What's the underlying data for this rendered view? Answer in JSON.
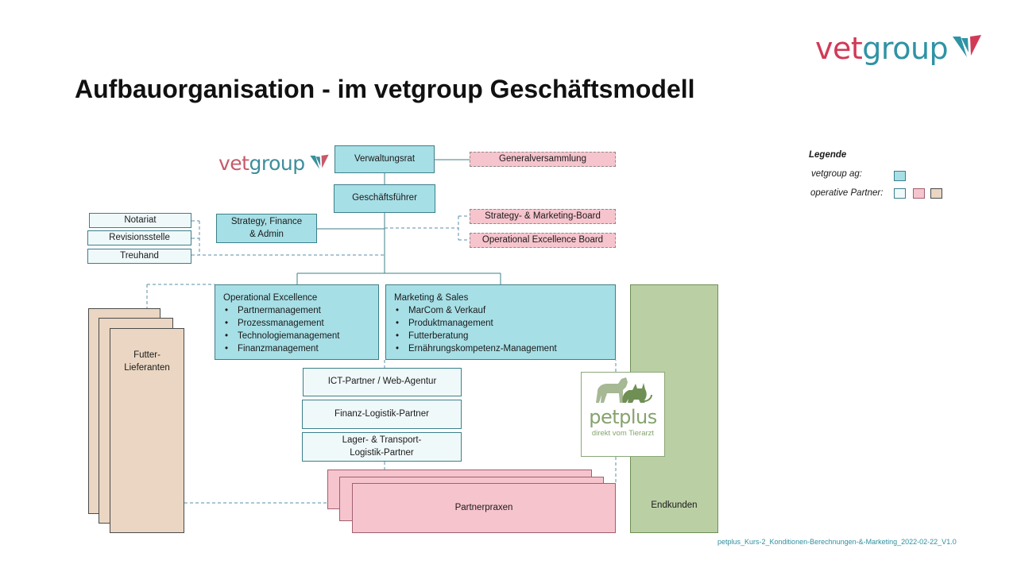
{
  "logo": {
    "part1": "vet",
    "part2": "group"
  },
  "title": "Aufbauorganisation - im vetgroup Geschäftsmodell",
  "org": {
    "verwaltungsrat": "Verwaltungsrat",
    "generalversammlung": "Generalversammlung",
    "geschaeftsfuehrer": "Geschäftsführer",
    "strategy_finance": "Strategy, Finance & Admin",
    "strategy_marketing_board": "Strategy- & Marketing-Board",
    "opex_board": "Operational Excellence Board",
    "notariat": "Notariat",
    "revisionsstelle": "Revisionsstelle",
    "treuhand": "Treuhand",
    "operational_excellence": {
      "title": "Operational Excellence",
      "items": [
        "Partnermanagement",
        "Prozessmanagement",
        "Technologiemanagement",
        "Finanzmanagement"
      ]
    },
    "marketing_sales": {
      "title": "Marketing & Sales",
      "items": [
        "MarCom & Verkauf",
        "Produktmanagement",
        "Futterberatung",
        "Ernährungskompetenz-Management"
      ]
    },
    "ict_partner": "ICT-Partner / Web-Agentur",
    "finanz_logistik": "Finanz-Logistik-Partner",
    "lager_transport": "Lager- & Transport-Logistik-Partner",
    "futter_lieferanten": "Futter-Lieferanten",
    "partnerpraxen": "Partnerpraxen",
    "endkunden": "Endkunden"
  },
  "petplus": {
    "name": "petplus",
    "tagline": "direkt vom Tierarzt"
  },
  "legend": {
    "title": "Legende",
    "vetgroup_label": "vetgroup ag:",
    "partner_label": "operative Partner:"
  },
  "colors": {
    "teal": "#a7dfe6",
    "pale": "#f0f9fa",
    "pink": "#f6c4cd",
    "tan": "#ead6c2",
    "green": "#bbcfa5",
    "brand_red": "#d13a57",
    "brand_teal": "#2f93a5"
  },
  "footer": "petplus_Kurs-2_Konditionen-Berechnungen-&-Marketing_2022-02-22_V1.0"
}
